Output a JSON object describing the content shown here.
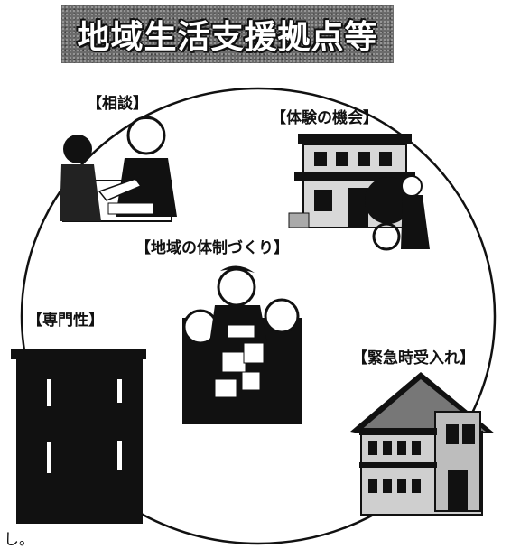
{
  "title": "地域生活支援拠点等",
  "labels": {
    "soudan": "【相談】",
    "taiken": "【体験の機会】",
    "chiiki": "【地域の体制づくり】",
    "senmon": "【専門性】",
    "kinkyu": "【緊急時受入れ】"
  },
  "fragment": "し。",
  "icons": [
    "consultation-illustration",
    "group-home-illustration",
    "meeting-group-illustration",
    "office-building-illustration",
    "house-illustration"
  ]
}
